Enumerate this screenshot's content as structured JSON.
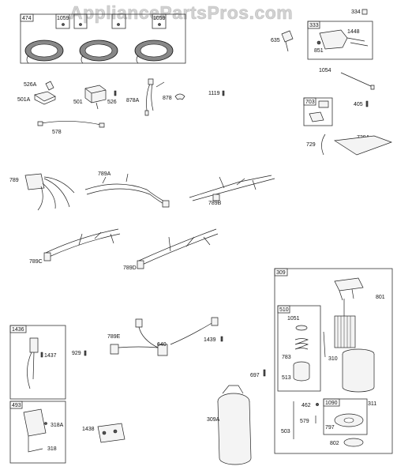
{
  "watermark": "AppliancePartsPros.com",
  "boxes": {
    "b474": "474",
    "b1059a": "1059",
    "b1059b": "1059",
    "b333": "333",
    "b703": "703",
    "b309": "309",
    "b510": "510",
    "b1090": "1090",
    "b1436": "1436",
    "b493": "493"
  },
  "parts": {
    "p334": "334",
    "p635": "635",
    "p1448": "1448",
    "p851": "851",
    "p526a": "526A",
    "p501a": "501A",
    "p501": "501",
    "p526": "526",
    "p878a": "878A",
    "p878": "878",
    "p1119": "1119",
    "p1054": "1054",
    "p405": "405",
    "p578": "578",
    "p729": "729",
    "p729a": "729A",
    "p789": "789",
    "p789a": "789A",
    "p789b": "789B",
    "p789c": "789C",
    "p789d": "789D",
    "p801": "801",
    "p1051": "1051",
    "p783": "783",
    "p310": "310",
    "p513": "513",
    "p929": "929",
    "p1437": "1437",
    "p789e": "789E",
    "p640": "640",
    "p1439": "1439",
    "p697": "697",
    "p309a": "309A",
    "p462": "462",
    "p311": "311",
    "p797": "797",
    "p503": "503",
    "p579": "579",
    "p802": "802",
    "p318a": "318A",
    "p318": "318",
    "p1438": "1438"
  }
}
